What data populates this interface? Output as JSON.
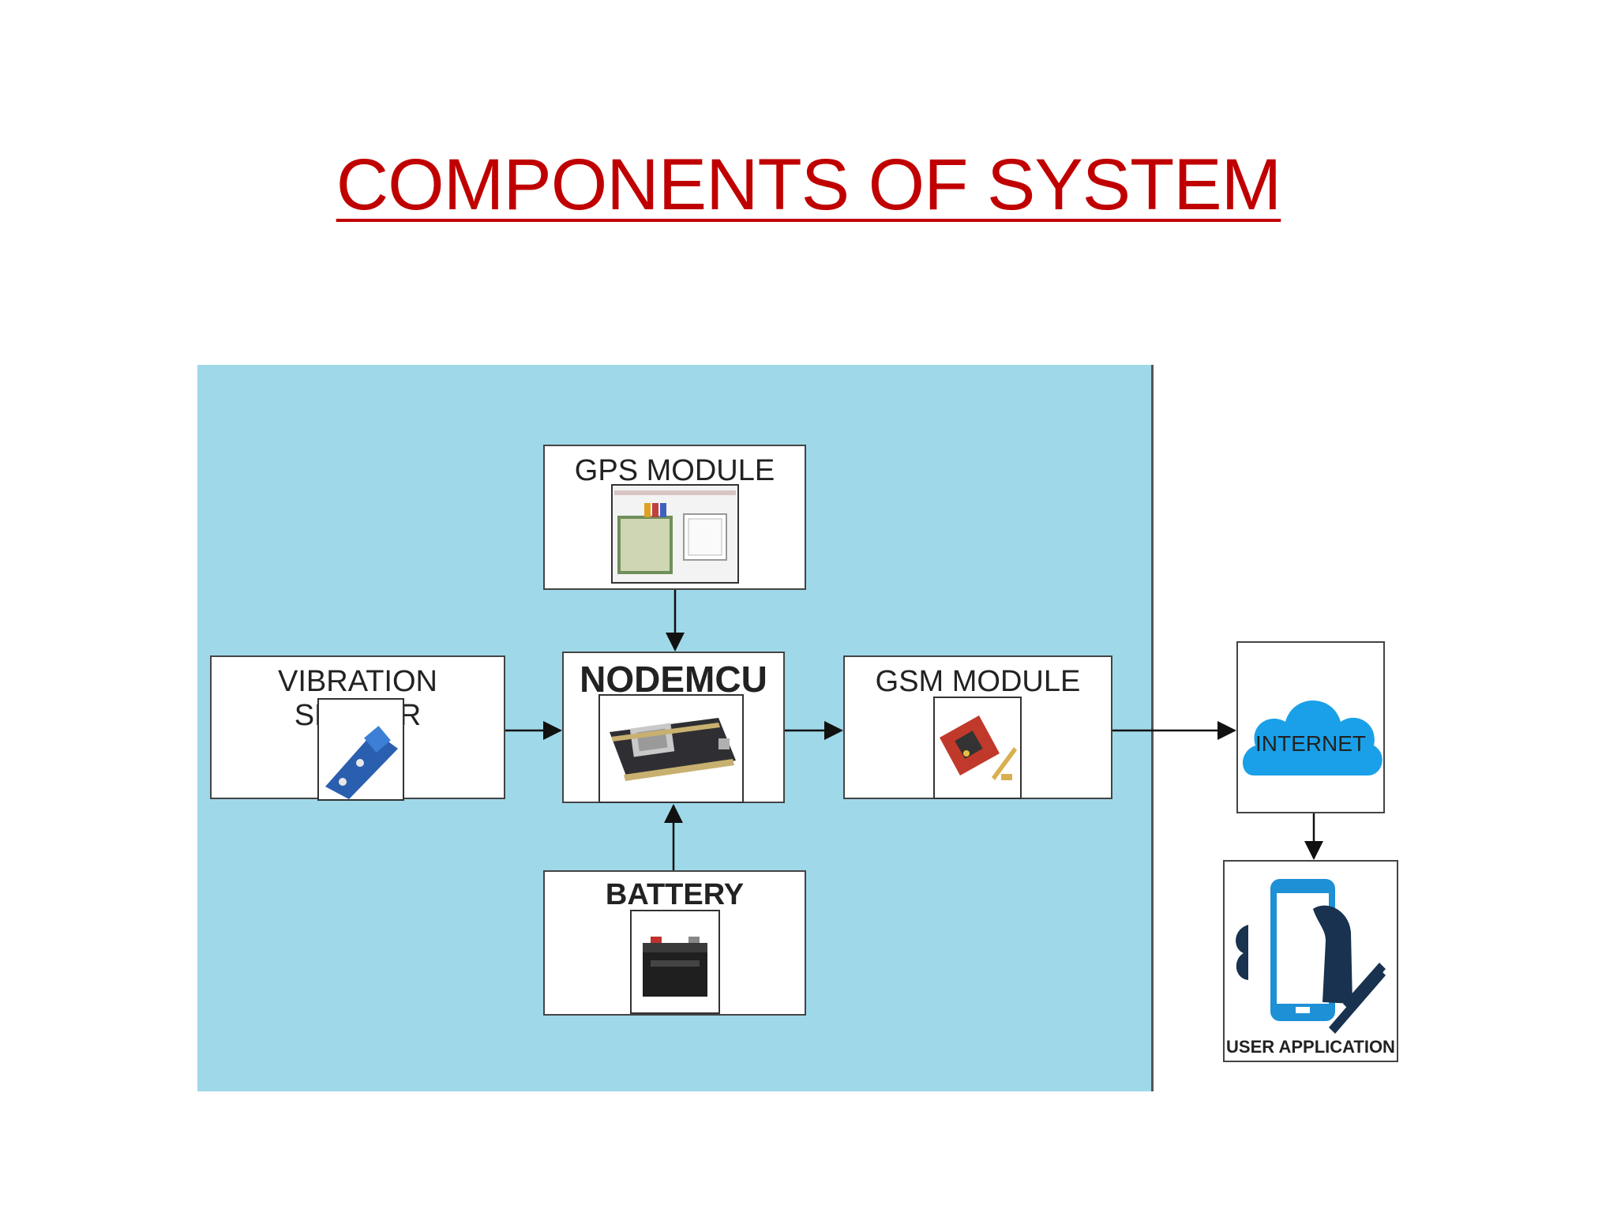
{
  "title": "COMPONENTS OF SYSTEM",
  "nodes": {
    "gps": "GPS MODULE",
    "vibration": "VIBRATION SENSOR",
    "nodemcu": "NODEMCU",
    "gsm": "GSM MODULE",
    "battery": "BATTERY",
    "internet": "INTERNET",
    "user_app": "USER APPLICATION"
  },
  "colors": {
    "title": "#c00000",
    "panel": "#9fd9e9",
    "cloud": "#1aa0e8",
    "phone": "#1e90d6",
    "hand": "#18324f"
  }
}
